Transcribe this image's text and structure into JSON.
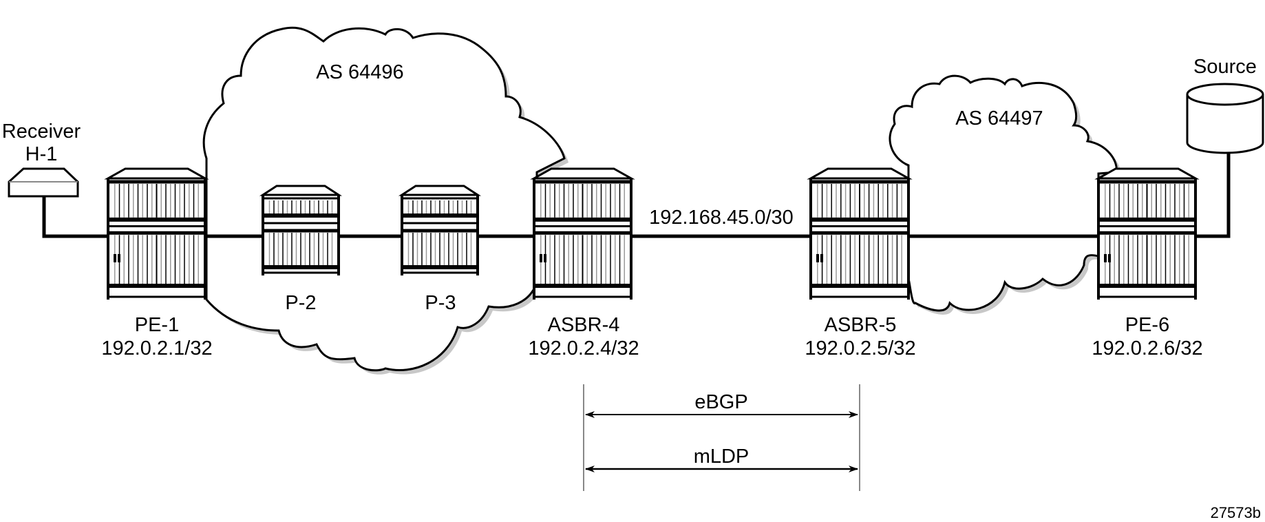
{
  "figure_id": "27573b",
  "clouds": [
    {
      "id": "as1",
      "label": "AS 64496"
    },
    {
      "id": "as2",
      "label": "AS 64497"
    }
  ],
  "hosts": {
    "receiver": {
      "line1": "Receiver",
      "line2": "H-1"
    },
    "source": {
      "label": "Source"
    }
  },
  "nodes": [
    {
      "id": "pe1",
      "name": "PE-1",
      "addr": "192.0.2.1/32",
      "type": "large"
    },
    {
      "id": "p2",
      "name": "P-2",
      "addr": "",
      "type": "small"
    },
    {
      "id": "p3",
      "name": "P-3",
      "addr": "",
      "type": "small"
    },
    {
      "id": "asbr4",
      "name": "ASBR-4",
      "addr": "192.0.2.4/32",
      "type": "large"
    },
    {
      "id": "asbr5",
      "name": "ASBR-5",
      "addr": "192.0.2.5/32",
      "type": "large"
    },
    {
      "id": "pe6",
      "name": "PE-6",
      "addr": "192.0.2.6/32",
      "type": "large"
    }
  ],
  "links": {
    "inter_as_subnet": "192.168.45.0/30"
  },
  "sessions": [
    {
      "label": "eBGP",
      "from": "ASBR-4",
      "to": "ASBR-5"
    },
    {
      "label": "mLDP",
      "from": "ASBR-4",
      "to": "ASBR-5"
    }
  ],
  "colors": {
    "stroke": "#000000",
    "stripe_gray": "#9a9a9a",
    "shadow": "#c8c8c8",
    "background": "#ffffff"
  }
}
